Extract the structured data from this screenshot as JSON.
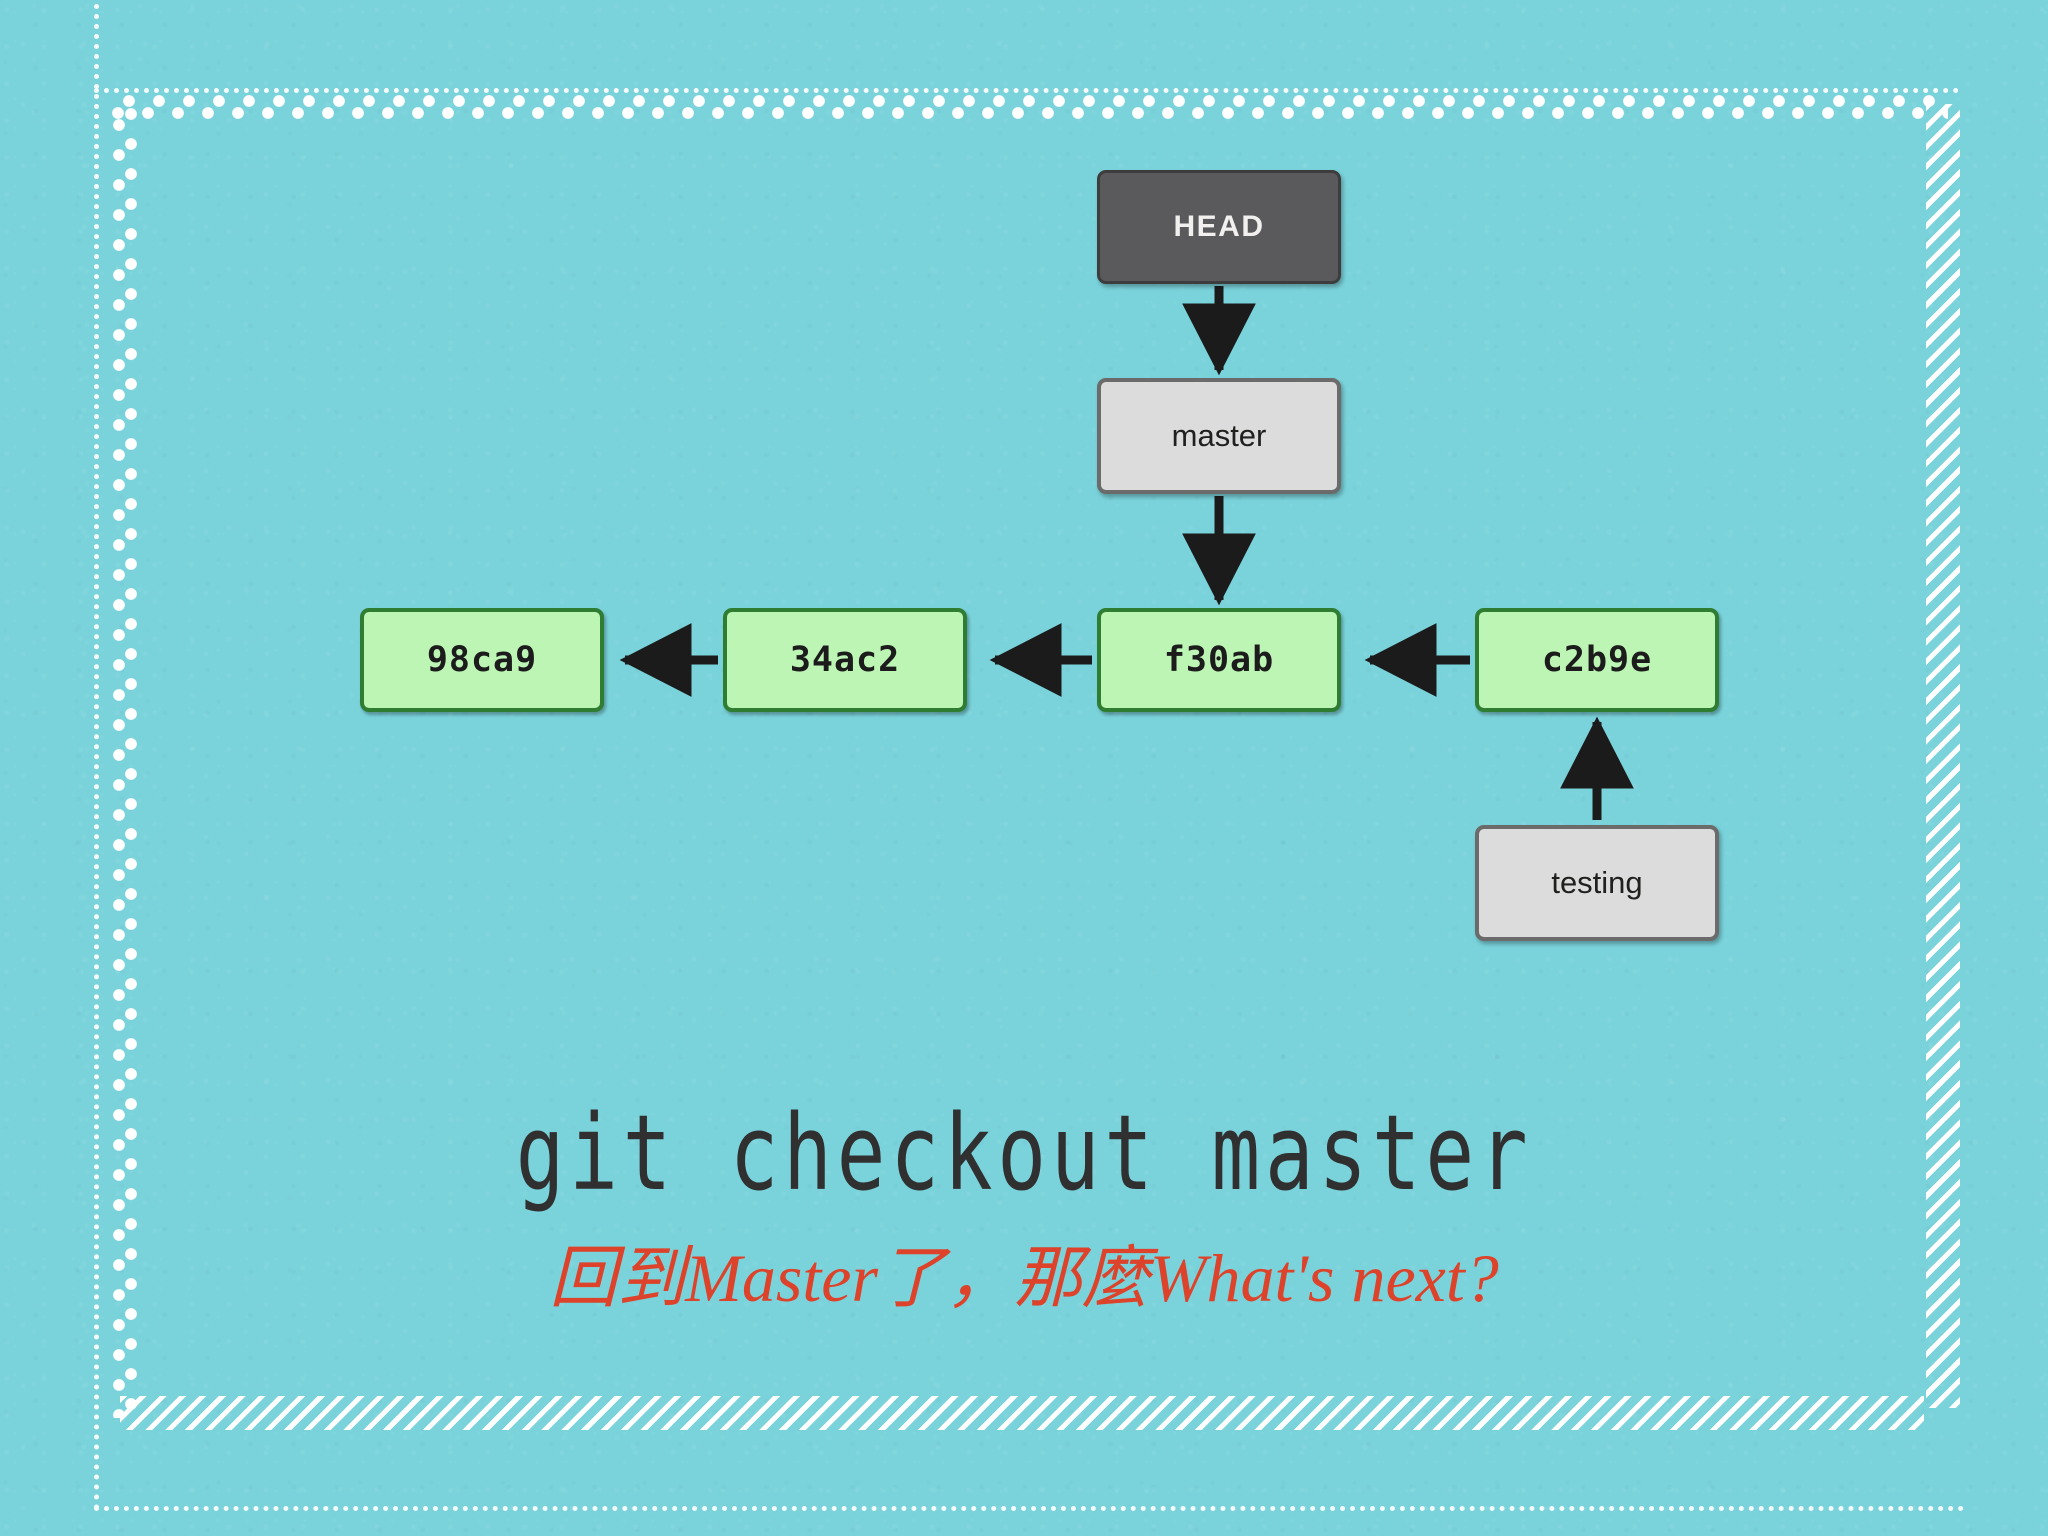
{
  "slide": {
    "background_color": "#7ad3db",
    "caption_main": "git checkout master",
    "caption_sub": "回到Master了，那麼What's next?",
    "caption_sub_color": "#dc432a",
    "caption_main_color": "#303030"
  },
  "diagram": {
    "type": "git-branch-graph",
    "commits": [
      {
        "id": "98ca9",
        "label": "98ca9"
      },
      {
        "id": "34ac2",
        "label": "34ac2"
      },
      {
        "id": "f30ab",
        "label": "f30ab"
      },
      {
        "id": "c2b9e",
        "label": "c2b9e"
      }
    ],
    "refs": [
      {
        "id": "master",
        "label": "master",
        "points_to": "f30ab"
      },
      {
        "id": "testing",
        "label": "testing",
        "points_to": "c2b9e"
      }
    ],
    "head": {
      "label": "HEAD",
      "points_to": "master"
    },
    "edges": [
      {
        "from": "34ac2",
        "to": "98ca9"
      },
      {
        "from": "f30ab",
        "to": "34ac2"
      },
      {
        "from": "c2b9e",
        "to": "f30ab"
      },
      {
        "from": "HEAD",
        "to": "master"
      },
      {
        "from": "master",
        "to": "f30ab"
      },
      {
        "from": "testing",
        "to": "c2b9e"
      }
    ],
    "colors": {
      "commit_fill": "#bdf5b4",
      "commit_border": "#2f7d32",
      "ref_fill": "#dcdcdc",
      "ref_border": "#6b6b6b",
      "head_fill": "#5a5a5c",
      "head_text": "#f2f0ee",
      "arrow": "#1b1b1b"
    }
  }
}
